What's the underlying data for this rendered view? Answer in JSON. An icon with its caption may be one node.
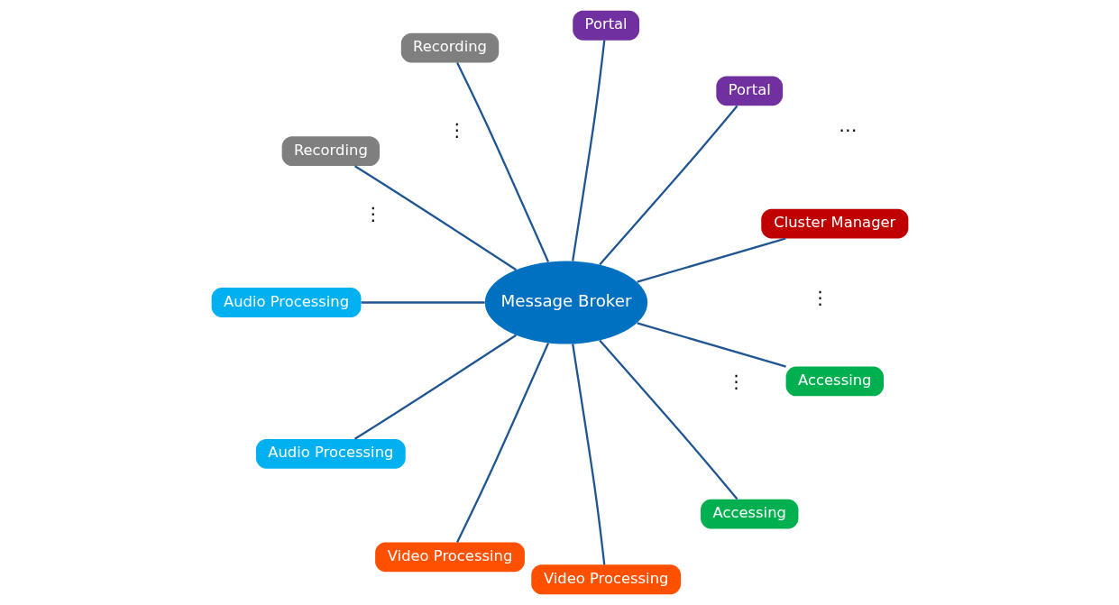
{
  "diagram": {
    "nodes": [
      {
        "text": [
          "Cluster Manager"
        ]
      },
      {
        "text": [
          "Portal"
        ]
      },
      {
        "text": [
          "Portal"
        ]
      },
      {
        "text": [
          "Recording"
        ]
      },
      {
        "text": [
          "Recording"
        ]
      },
      {
        "text": [
          "Audio Processing"
        ]
      },
      {
        "text": [
          "Audio Processing"
        ]
      },
      {
        "text": [
          "Video Processing"
        ]
      },
      {
        "text": [
          "Video Processing"
        ]
      },
      {
        "text": [
          "Accessing"
        ]
      },
      {
        "text": [
          "Accessing"
        ]
      },
      {
        "text": [
          "Message Broker"
        ]
      }
    ],
    "edges": [
      {
        "from": 11,
        "to": 0,
        "arrow": "none"
      },
      {
        "from": 11,
        "to": 1,
        "arrow": "none"
      },
      {
        "from": 11,
        "to": 2,
        "arrow": "none"
      },
      {
        "from": 11,
        "to": 3,
        "arrow": "none"
      },
      {
        "from": 11,
        "to": 4,
        "arrow": "none"
      },
      {
        "from": 11,
        "to": 5,
        "arrow": "none"
      },
      {
        "from": 11,
        "to": 6,
        "arrow": "none"
      },
      {
        "from": 11,
        "to": 7,
        "arrow": "none"
      },
      {
        "from": 11,
        "to": 8,
        "arrow": "none"
      },
      {
        "from": 11,
        "to": 9,
        "arrow": "none"
      },
      {
        "from": 11,
        "to": 10,
        "arrow": "none"
      }
    ],
    "labels": [
      "⋮",
      "⋮",
      "⋮",
      "⋮",
      "⋯"
    ]
  }
}
